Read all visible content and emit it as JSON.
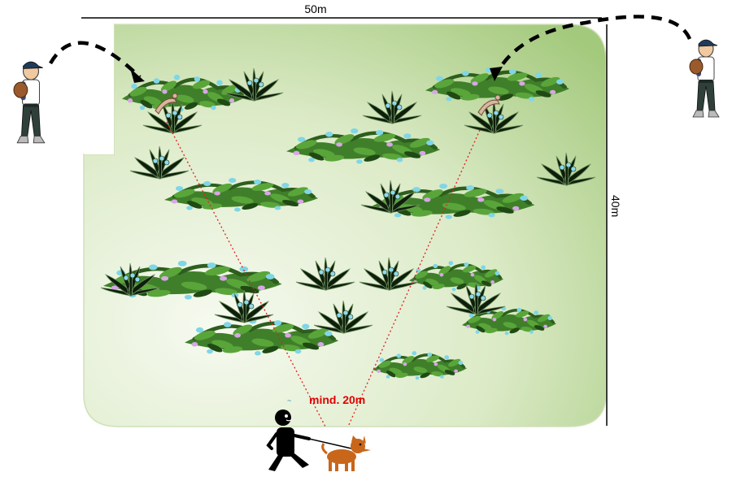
{
  "dimensions": {
    "width_label": "50m",
    "height_label": "40m"
  },
  "distance_label": "mind. 20m",
  "colors": {
    "field_light": "#f4f9ee",
    "field_dark": "#a9cc84",
    "throw_path": "#000000",
    "sight_line": "#e02020",
    "distance_text": "#e00000",
    "dog": "#c8661a",
    "handler": "#000000"
  },
  "icons": [
    "pitcher-icon",
    "shrub-icon",
    "agave-icon",
    "handler-icon",
    "dog-icon",
    "fallen-dummy-icon"
  ]
}
